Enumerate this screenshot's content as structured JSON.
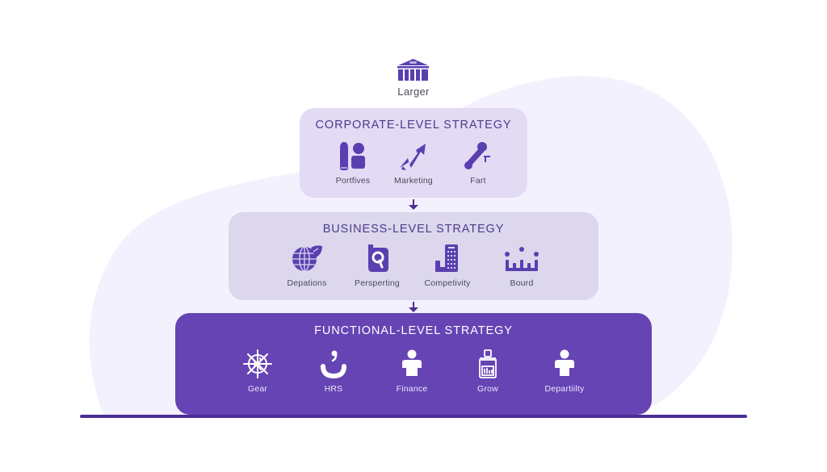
{
  "diagram": {
    "top": {
      "icon": "institution-building-icon",
      "label": "Larger"
    },
    "tiers": [
      {
        "title": "CORPORATE-LEVEL STRATEGY",
        "items": [
          {
            "icon": "portfolio-shapes-icon",
            "label": "Portfives"
          },
          {
            "icon": "growth-arrow-icon",
            "label": "Marketing"
          },
          {
            "icon": "wrench-icon",
            "label": "Fart"
          }
        ]
      },
      {
        "title": "BUSINESS-LEVEL STRATEGY",
        "items": [
          {
            "icon": "globe-icon",
            "label": "Depations"
          },
          {
            "icon": "search-tag-icon",
            "label": "Persperting"
          },
          {
            "icon": "bar-chart-building-icon",
            "label": "Competivity"
          },
          {
            "icon": "team-dots-icon",
            "label": "Bourd"
          }
        ]
      },
      {
        "title": "FUNCTIONAL-LEVEL STRATEGY",
        "items": [
          {
            "icon": "ship-wheel-gear-icon",
            "label": "Gear"
          },
          {
            "icon": "smile-hook-icon",
            "label": "HRS"
          },
          {
            "icon": "person-icon",
            "label": "Finance"
          },
          {
            "icon": "jar-chart-icon",
            "label": "Grow"
          },
          {
            "icon": "person-icon",
            "label": "Departiilty"
          }
        ]
      }
    ],
    "colors": {
      "primary": "#6644b4",
      "dark": "#4b2f94",
      "corporate_bg": "#e3daf4",
      "business_bg": "#dcd7ec",
      "blob_bg": "#f3f1fd",
      "title_text": "#4b3b8f"
    }
  }
}
